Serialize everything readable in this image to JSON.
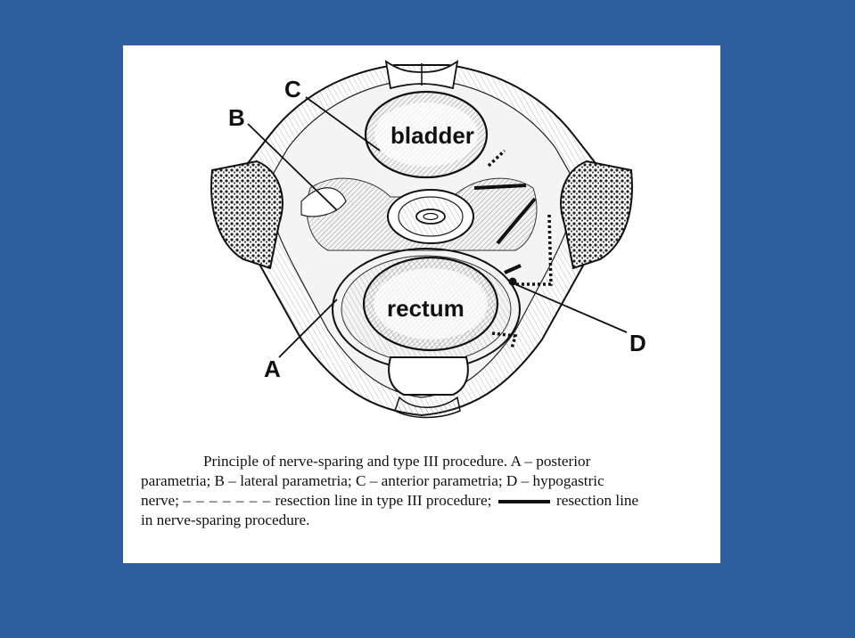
{
  "diagram": {
    "organs": {
      "bladder": "bladder",
      "rectum": "rectum"
    },
    "labels": {
      "a": "A",
      "b": "B",
      "c": "C",
      "d": "D"
    }
  },
  "caption": {
    "line1": "Principle of nerve-sparing and type III procedure. A – posterior",
    "line2": "parametria; B – lateral parametria; C – anterior parametria; D – hypogastric",
    "line3_a": "nerve;",
    "line3_dashes": "– – – – – – –",
    "line3_b": "resection line in type III procedure;",
    "line3_c": "resection line",
    "line4": "in nerve-sparing procedure."
  },
  "colors": {
    "background": "#2f5f9f",
    "card": "#ffffff",
    "ink": "#111111"
  }
}
